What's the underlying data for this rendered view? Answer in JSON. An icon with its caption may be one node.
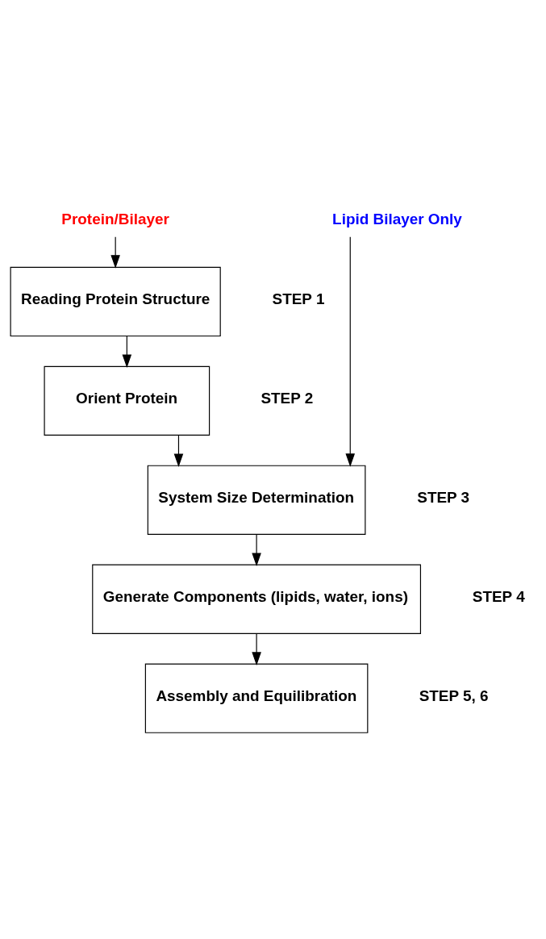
{
  "diagram": {
    "nodes": [
      {
        "text": [
          "Protein/Bilayer"
        ]
      },
      {
        "text": [
          "Lipid Bilayer Only"
        ]
      },
      {
        "text": [
          "Reading Protein Structure"
        ]
      },
      {
        "text": [
          "Orient Protein"
        ]
      },
      {
        "text": [
          "System Size Determination"
        ]
      },
      {
        "text": [
          "Generate Components (lipids, water, ions)"
        ]
      },
      {
        "text": [
          "Assembly and Equilibration"
        ]
      }
    ],
    "edges": [
      {
        "from": 0,
        "to": 2,
        "arrow": "to"
      },
      {
        "from": 2,
        "to": 3,
        "arrow": "to"
      },
      {
        "from": 3,
        "to": 4,
        "arrow": "to"
      },
      {
        "from": 1,
        "to": 4,
        "arrow": "to"
      },
      {
        "from": 4,
        "to": 5,
        "arrow": "to"
      },
      {
        "from": 5,
        "to": 6,
        "arrow": "to"
      }
    ],
    "labels": [
      "STEP 1",
      "STEP 2",
      "STEP 3",
      "STEP 4",
      "STEP 5, 6"
    ]
  }
}
